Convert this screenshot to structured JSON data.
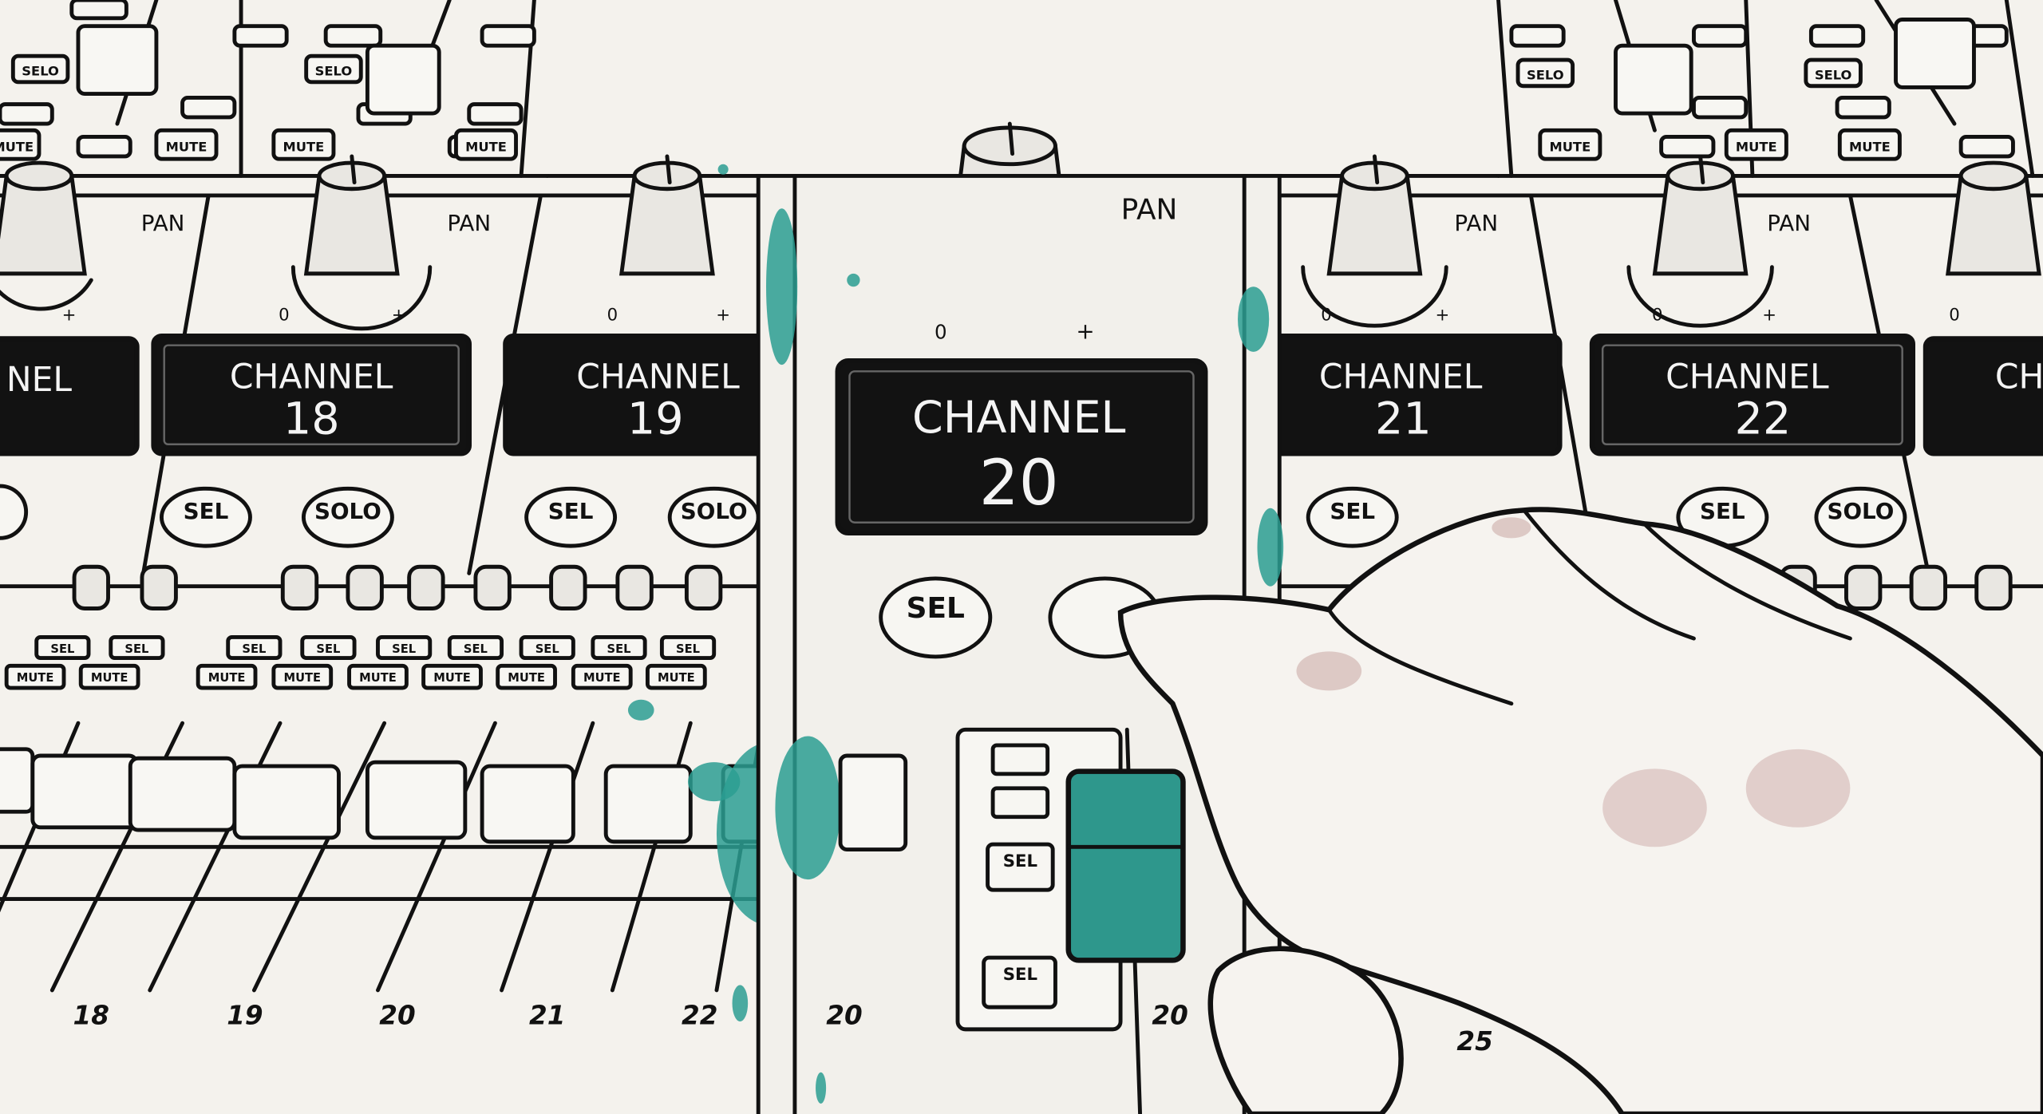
{
  "channels": [
    {
      "label": "CHANNEL",
      "number": "18"
    },
    {
      "label": "CHANNEL",
      "number": "19"
    },
    {
      "label": "CHANNEL",
      "number": "20"
    },
    {
      "label": "CHANNEL",
      "number": "21"
    },
    {
      "label": "CHANNEL",
      "number": "22"
    }
  ],
  "partial_left_display": "NEL",
  "partial_right_display": "CH",
  "pan": {
    "label": "PAN",
    "min": "0",
    "max": "+"
  },
  "buttons": {
    "sel": "SEL",
    "solo": "SOLO",
    "selo": "SELO",
    "mute": "MUTE"
  },
  "fader_numbers": [
    "18",
    "19",
    "20",
    "21",
    "22",
    "20",
    "20",
    "25"
  ],
  "colors": {
    "accent_teal": "#2c9d92",
    "ink": "#111111",
    "paper": "#f4f2ed"
  }
}
